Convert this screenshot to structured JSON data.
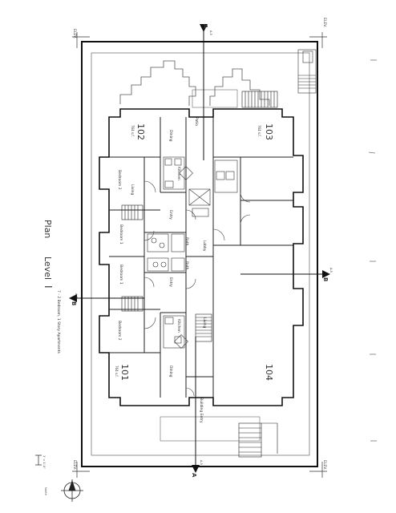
{
  "sheet": {
    "title_plan": "Plan",
    "title_level": "Level",
    "title_numeral": "I",
    "subtitle": "7 - 2 Bedroom, 1 Story Apartments",
    "scale_note": "1' = 1'-0\"",
    "north_label": "North"
  },
  "grid_marks": {
    "top_left": "ELEV.",
    "top_right": "ELEV.",
    "bottom_left": "ELEV.",
    "bottom_right": "ELEV."
  },
  "sections": {
    "a_top": "A",
    "a_top_sub": "A-5",
    "a_bottom": "A",
    "a_bottom_sub": "A-5",
    "b_left": "B",
    "b_left_sub": "A-5",
    "b_right": "B",
    "b_right_sub": "A-5"
  },
  "units": {
    "u102": {
      "number": "102",
      "size": "764 s.f."
    },
    "u103": {
      "number": "103",
      "size": "764 s.f."
    },
    "u101": {
      "number": "101",
      "size": "764 s.f."
    },
    "u104": {
      "number": "104",
      "size": ""
    }
  },
  "rooms": {
    "dining_top": "Dining",
    "dining_bottom": "Dining",
    "kitchen_top": "Kitchen",
    "kitchen_bottom": "Kitchen",
    "bedroom2_top": "Bedroom 2",
    "bedroom2_bottom": "Bedroom 2",
    "bedroom1_top": "Bedroom 1",
    "bedroom1_bottom": "Bedroom 1",
    "living_top": "Living",
    "entry_top": "Entry",
    "entry_bottom": "Entry",
    "bath_top": "Bath",
    "bath_bottom": "Bath",
    "lobby": "Lobby",
    "patio": "Patio",
    "building_entry": "Building Entry",
    "living_104": "Living"
  }
}
